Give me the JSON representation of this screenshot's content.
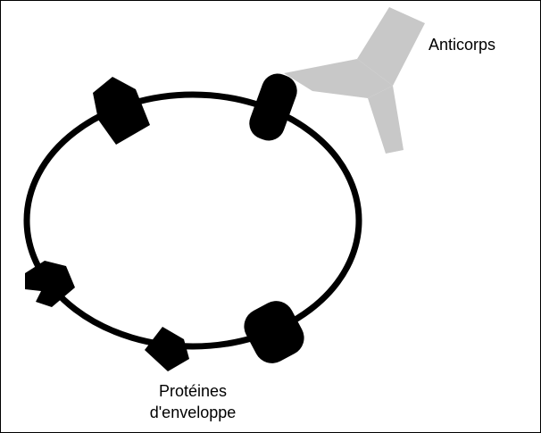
{
  "diagram": {
    "labels": {
      "antibody": "Anticorps",
      "proteins_line1": "Protéines",
      "proteins_line2": "d'enveloppe"
    },
    "colors": {
      "membrane": "#000000",
      "protein": "#000000",
      "antibody": "#c8c8c8",
      "background": "#ffffff"
    }
  }
}
